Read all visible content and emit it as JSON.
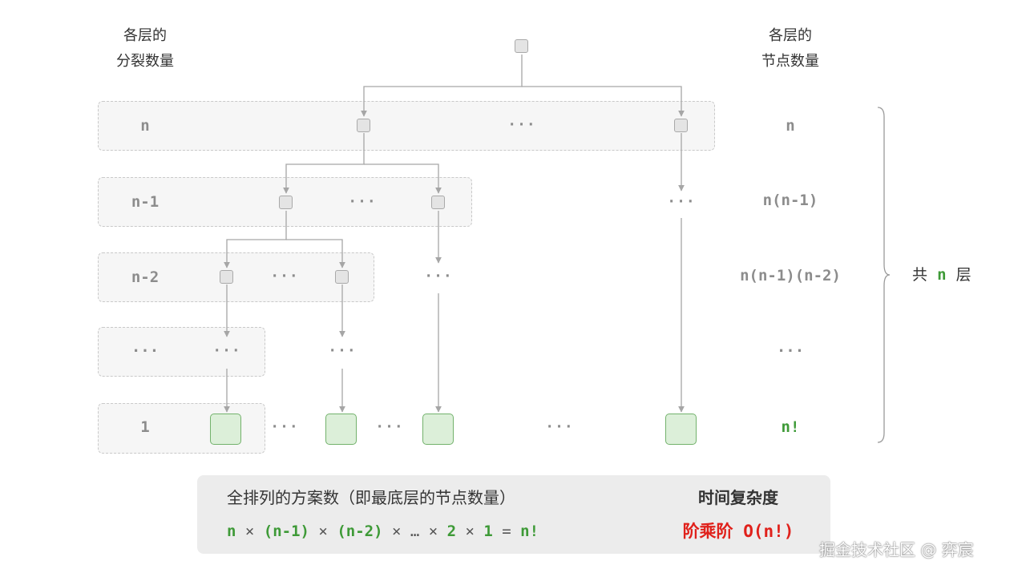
{
  "headers": {
    "left_line1": "各层的",
    "left_line2": "分裂数量",
    "right_line1": "各层的",
    "right_line2": "节点数量"
  },
  "levels": [
    {
      "split": "n",
      "count": "n"
    },
    {
      "split": "n-1",
      "count": "n(n-1)"
    },
    {
      "split": "n-2",
      "count": "n(n-1)(n-2)"
    },
    {
      "split": "···",
      "count": "···"
    },
    {
      "split": "1",
      "count": "n!"
    }
  ],
  "ellipsis": "···",
  "brace_label": {
    "pre": "共",
    "var": "n",
    "post": "层"
  },
  "summary": {
    "title": "全排列的方案数（即最底层的节点数量）",
    "formula": [
      "n",
      " × ",
      "(n-1)",
      " × ",
      "(n-2)",
      " × … × ",
      "2",
      " × ",
      "1",
      " = ",
      "n!"
    ],
    "complexity_title": "时间复杂度",
    "complexity_value": "阶乘阶 O(n!)"
  },
  "watermark": "掘金技术社区 @ 弈宸",
  "colors": {
    "green": "#3e9a37",
    "red": "#e0211b",
    "gray_text": "#8c8c8c",
    "line": "#a6a6a6"
  }
}
